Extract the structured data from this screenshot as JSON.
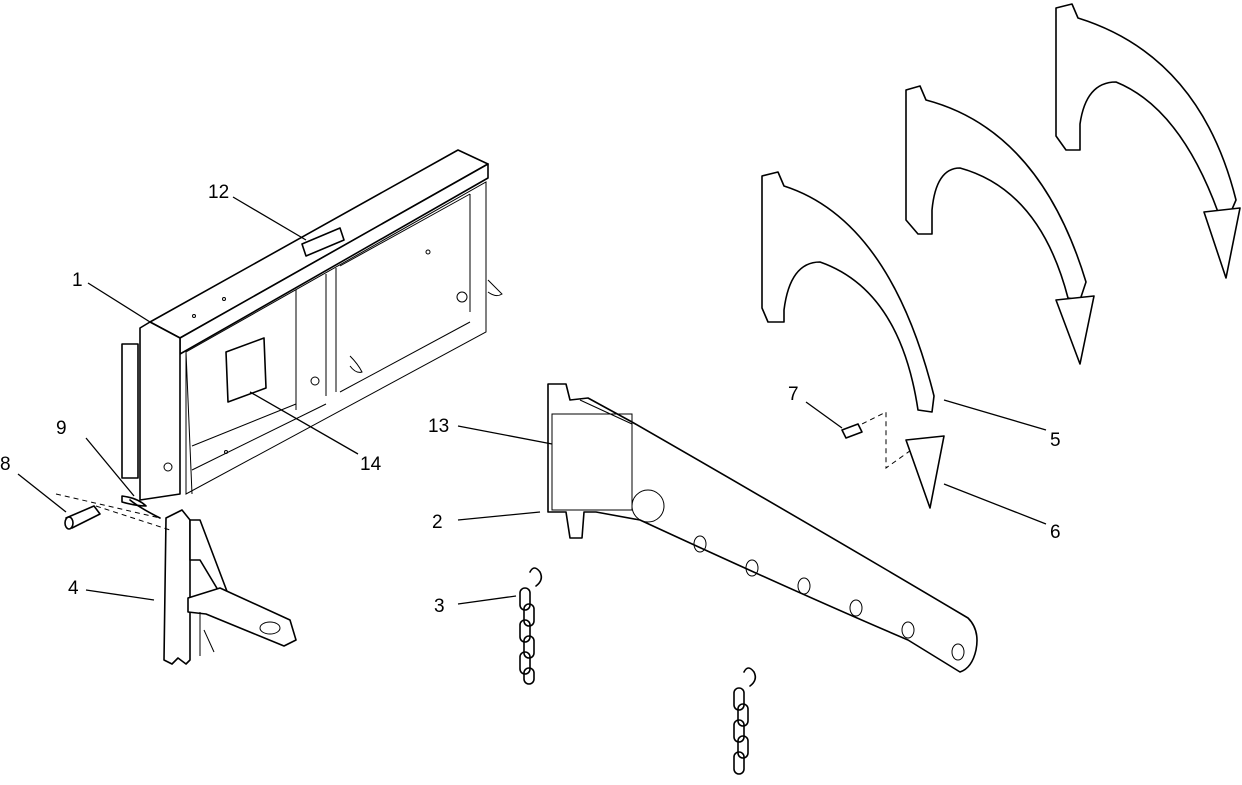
{
  "callouts": {
    "c1": "1",
    "c2": "2",
    "c3": "3",
    "c4": "4",
    "c5": "5",
    "c6": "6",
    "c7": "7",
    "c8": "8",
    "c9": "9",
    "c12": "12",
    "c13": "13",
    "c14": "14"
  }
}
